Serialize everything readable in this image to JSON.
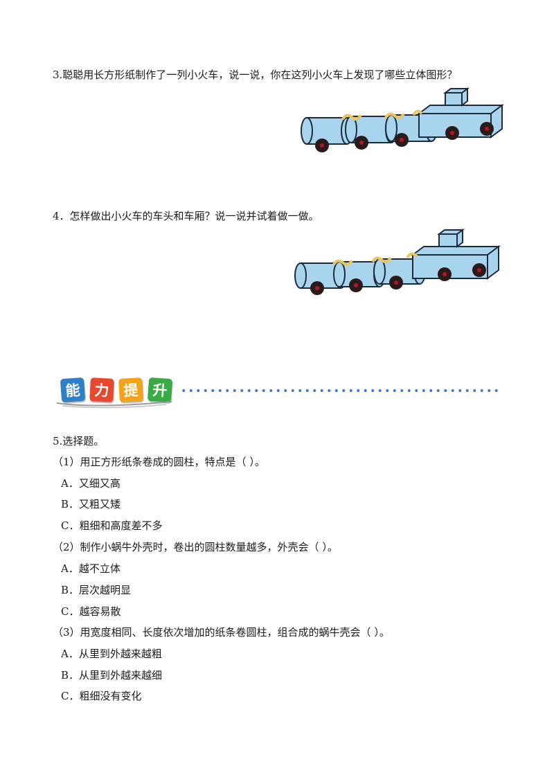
{
  "q3": {
    "text": "3.聪聪用长方形纸制作了一列小火车，说一说，你在这列小火车上发现了哪些立体图形？"
  },
  "q4": {
    "text": "4．怎样做出小火车的车头和车厢？说一说并试着做一做。"
  },
  "section_badge": {
    "chars": [
      "能",
      "力",
      "提",
      "升"
    ],
    "colors": [
      "#2f7fc6",
      "#e6492d",
      "#f2a31a",
      "#3aaa45"
    ]
  },
  "q5": {
    "title": "5.选择题。",
    "sub1": {
      "stem": "（1）用正方形纸条卷成的圆柱，特点是（    ）。",
      "options": [
        "A．又细又高",
        "B．又粗又矮",
        "C．粗细和高度差不多"
      ]
    },
    "sub2": {
      "stem": "（2）制作小蜗牛外壳时，卷出的圆柱数量越多，外壳会（    ）。",
      "options": [
        "A．越不立体",
        "B．层次越明显",
        "C．越容易散"
      ]
    },
    "sub3": {
      "stem": "（3）用宽度相同、长度依次增加的纸条卷圆柱，组合成的蜗牛壳会（    ）。",
      "options": [
        "A．从里到外越来越粗",
        "B．从里到外越来越细",
        "C．粗细没有变化"
      ]
    }
  },
  "colors": {
    "train_body": "#a9d4ee",
    "train_outline": "#1c2a3a",
    "wheel": "#2b1a1a",
    "wheel_hub": "#b0182a",
    "rope": "#f0d070"
  }
}
